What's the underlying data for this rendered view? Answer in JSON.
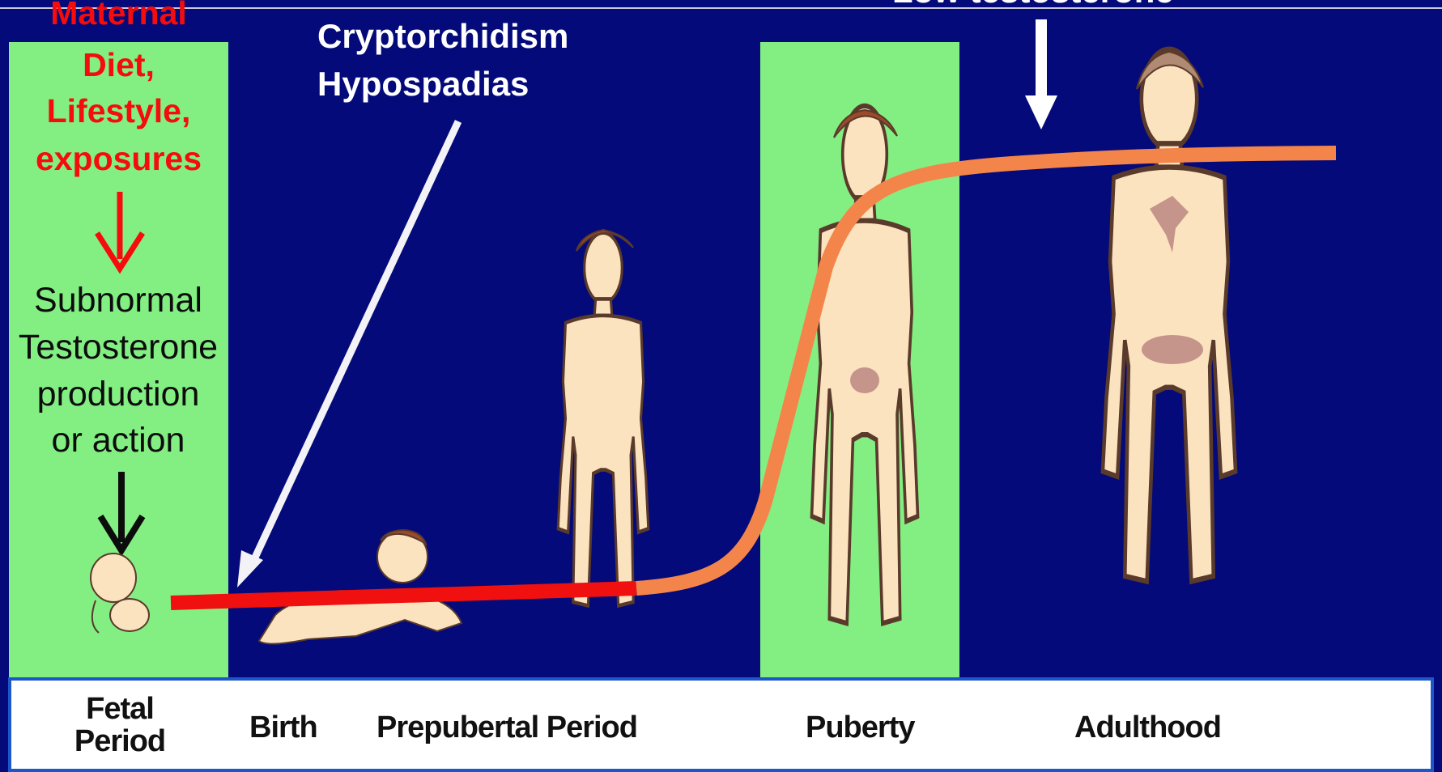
{
  "maternal": {
    "line1": "Maternal",
    "line2": "Diet,",
    "line3": "Lifestyle,",
    "line4": "exposures"
  },
  "effect": {
    "line1": "Subnormal",
    "line2": "Testosterone",
    "line3": "production",
    "line4": "or action"
  },
  "disorders": {
    "line1": "Cryptorchidism",
    "line2": "Hypospadias"
  },
  "adult_note": "Low testosterone",
  "stages": {
    "fetal": "Fetal Period",
    "birth": "Birth",
    "prepubertal": "Prepubertal Period",
    "puberty": "Puberty",
    "adulthood": "Adulthood"
  },
  "colors": {
    "background": "#040a7a",
    "highlight": "#83ef83",
    "risk_text": "#f50c0c",
    "low_curve": "#f01010",
    "high_curve": "#f4854a",
    "skin": "#fbe3c0",
    "hair": "#9b4a2a"
  },
  "icons": [
    "fetus-figure",
    "infant-figure",
    "boy-figure",
    "adolescent-figure",
    "adult-man-figure"
  ]
}
